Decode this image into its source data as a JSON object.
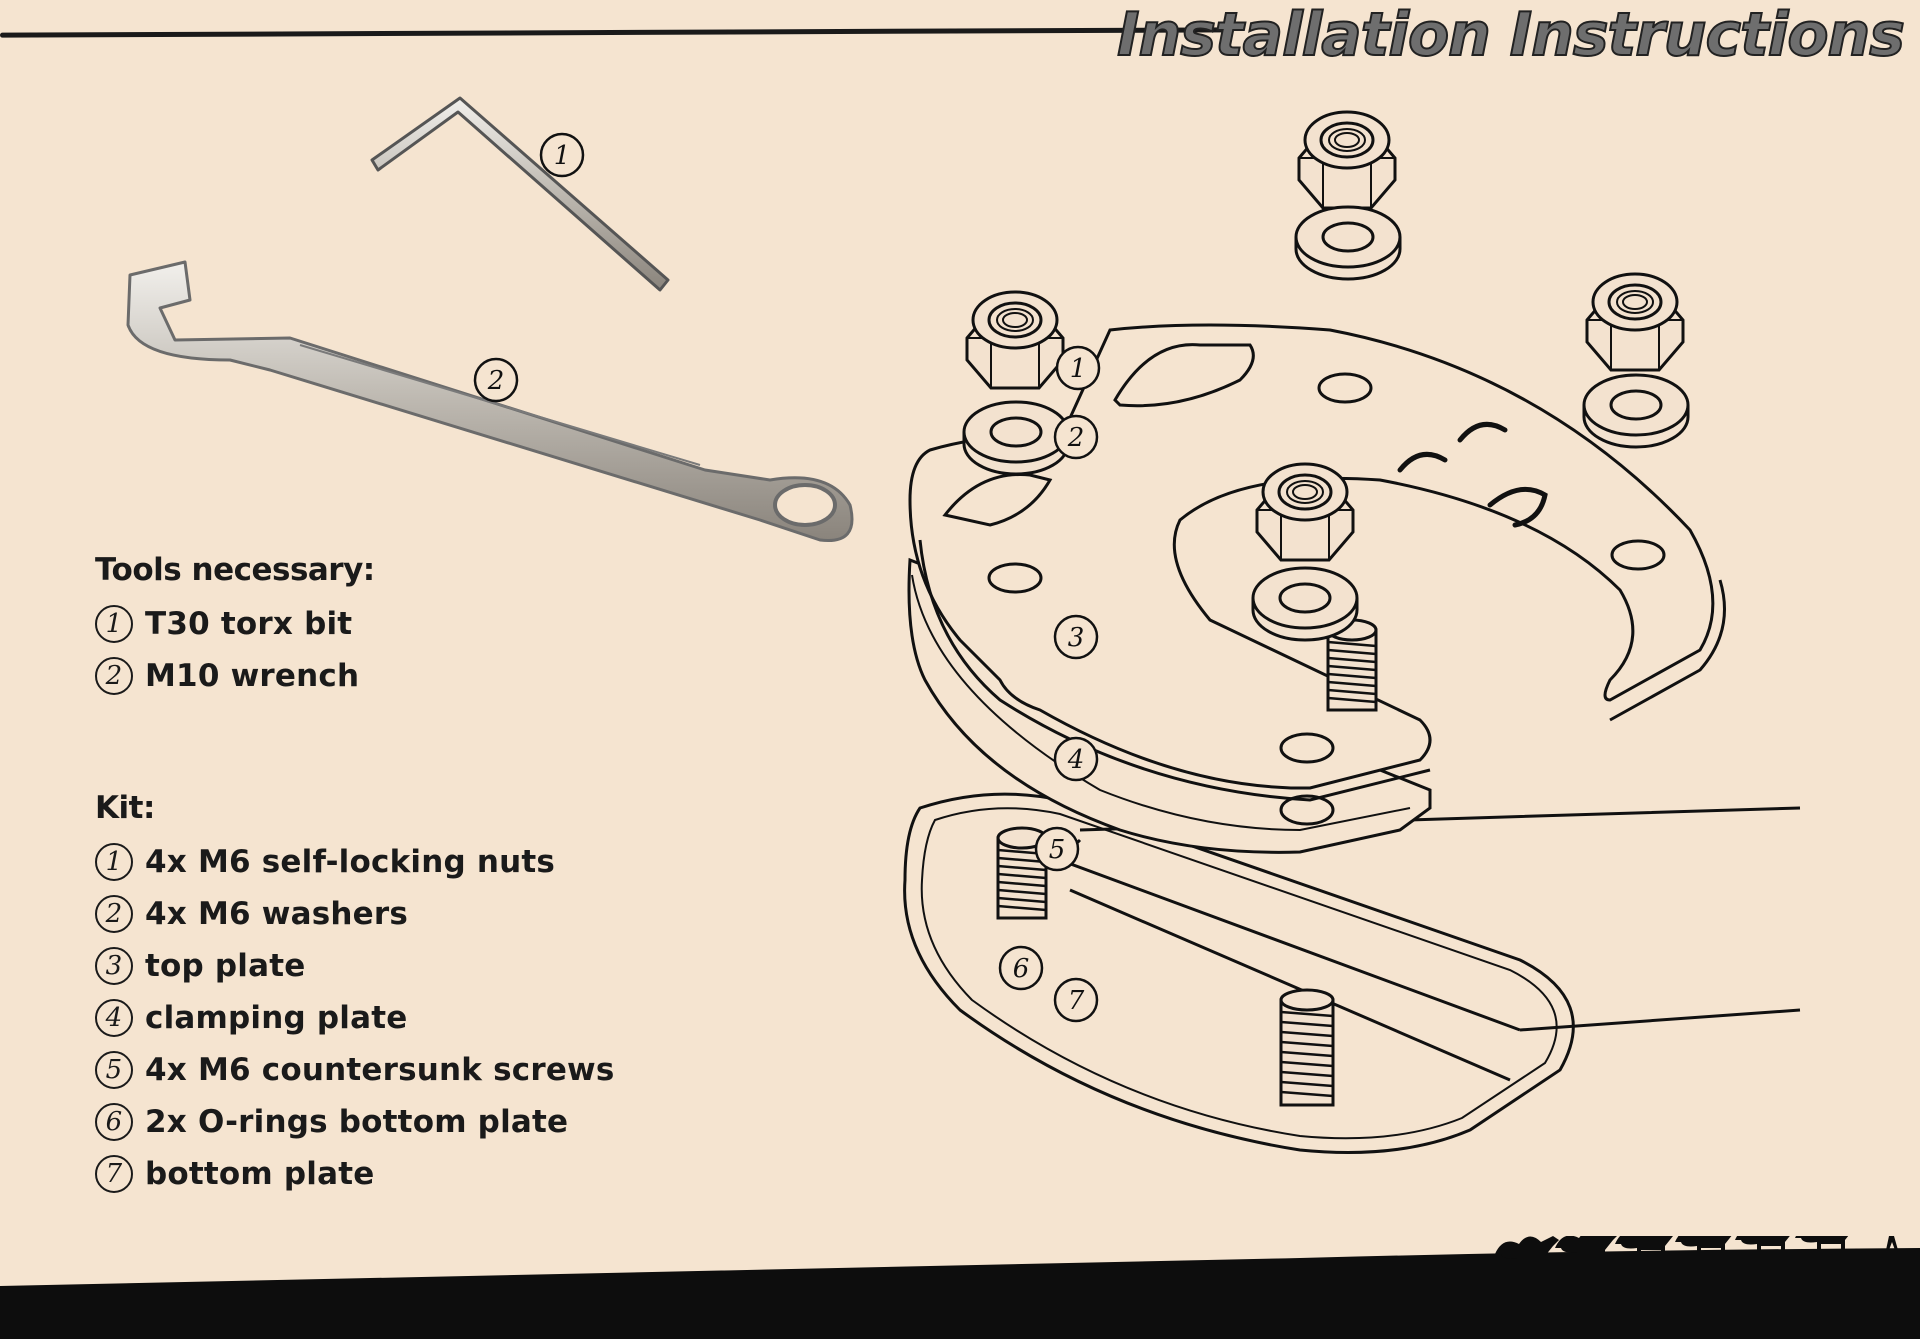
{
  "header": {
    "title": "Installation Instructions"
  },
  "tools": {
    "heading": "Tools necessary:",
    "items": [
      {
        "number": "1",
        "label": "T30 torx bit"
      },
      {
        "number": "2",
        "label": "M10 wrench"
      }
    ]
  },
  "kit": {
    "heading": "Kit:",
    "items": [
      {
        "number": "1",
        "label": "4x M6 self-locking nuts"
      },
      {
        "number": "2",
        "label": "4x M6 washers"
      },
      {
        "number": "3",
        "label": "top plate"
      },
      {
        "number": "4",
        "label": "clamping plate"
      },
      {
        "number": "5",
        "label": "4x M6 countersunk screws"
      },
      {
        "number": "6",
        "label": "2x O-rings bottom plate"
      },
      {
        "number": "7",
        "label": "bottom plate"
      }
    ]
  },
  "diagram": {
    "callouts": [
      "1",
      "2",
      "3",
      "4",
      "5",
      "6",
      "7"
    ],
    "tool_callouts": [
      "1",
      "2"
    ]
  },
  "colors": {
    "background": "#f5e4d0",
    "ink": "#1a1a1a",
    "title_fill": "#6e6e6e",
    "footer": "#0d0d0d"
  },
  "icons": [
    "torx-key-icon",
    "wrench-icon",
    "camel-caravan-icon"
  ]
}
